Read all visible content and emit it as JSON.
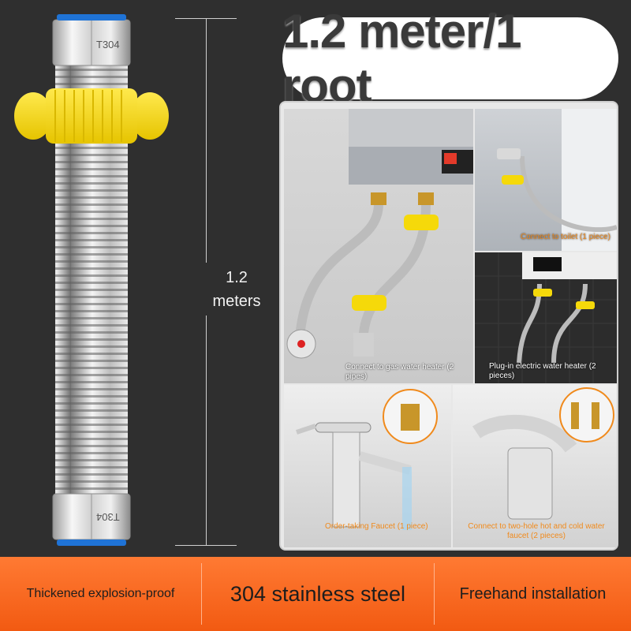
{
  "hose": {
    "top_nut_label": "T304",
    "bottom_nut_label": "T304",
    "length_label": "1.2 meters"
  },
  "title": "1.2 meter/1 root",
  "panel": {
    "captions": {
      "gas_heater": "Connect to gas water heater (2 pipes)",
      "toilet": "Connect to toilet (1 piece)",
      "electric_heater": "Plug-in electric water heater (2 pieces)",
      "faucet_single": "Order-taking Faucet (1 piece)",
      "faucet_two_hole": "Connect to two-hole hot and cold water faucet (2 pieces)"
    }
  },
  "features": [
    "Thickened explosion-proof",
    "304 stainless steel",
    "Freehand installation"
  ],
  "colors": {
    "background": "#2f2f2f",
    "accent_orange": "#f25a12",
    "nut_yellow": "#f5d90a",
    "caption_white": "#ffffff",
    "caption_orange": "#f08a1c"
  }
}
